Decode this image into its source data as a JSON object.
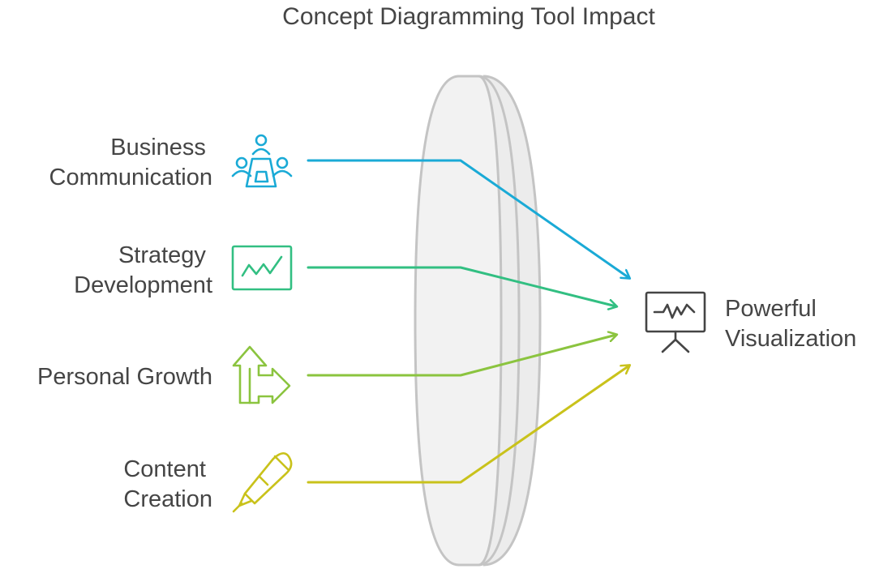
{
  "title": "Concept Diagramming Tool Impact",
  "inputs": [
    {
      "line1": "Business",
      "line2": "Communication",
      "icon": "meeting-people-icon",
      "color": "#1aaad6"
    },
    {
      "line1": "Strategy",
      "line2": "Development",
      "icon": "growth-chart-board-icon",
      "color": "#32bf82"
    },
    {
      "line1": "Personal Growth",
      "line2": "",
      "icon": "branching-arrows-icon",
      "color": "#8bc43f"
    },
    {
      "line1": "Content",
      "line2": "Creation",
      "icon": "pen-icon",
      "color": "#c9c21b"
    }
  ],
  "output": {
    "line1": "Powerful",
    "line2": "Visualization",
    "icon": "presentation-board-icon",
    "color": "#454545"
  },
  "lens": {
    "fill": "#f2f2f2",
    "stroke": "#c4c4c4"
  }
}
